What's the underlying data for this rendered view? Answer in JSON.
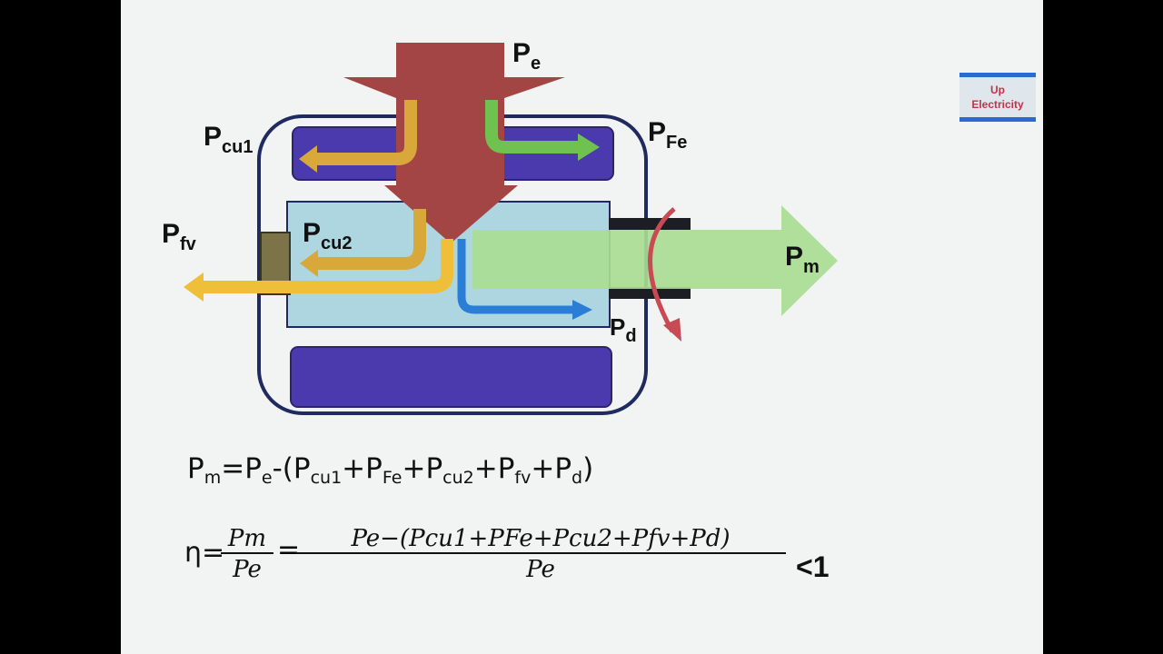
{
  "labels": {
    "pe": {
      "main": "P",
      "sub": "e"
    },
    "pcu1": {
      "main": "P",
      "sub": "cu1"
    },
    "pfe": {
      "main": "P",
      "sub": "Fe"
    },
    "pfv": {
      "main": "P",
      "sub": "fv"
    },
    "pcu2": {
      "main": "P",
      "sub": "cu2"
    },
    "pm": {
      "main": "P",
      "sub": "m"
    },
    "pd": {
      "main": "P",
      "sub": "d"
    }
  },
  "logo": {
    "line1": "Up",
    "line2": "Electricity"
  },
  "equation1": {
    "pm": "P",
    "pm_sub": "m",
    "eq": "=",
    "pe": "P",
    "pe_sub": "e",
    "open": "-(",
    "t1": "P",
    "t1_sub": "cu1",
    "plus1": "+",
    "t2": "P",
    "t2_sub": "Fe",
    "plus2": "+",
    "t3": "P",
    "t3_sub": "cu2",
    "plus3": "+",
    "t4": "P",
    "t4_sub": "fv",
    "plus4": "+",
    "t5": "P",
    "t5_sub": "d",
    "close": ")"
  },
  "equation2": {
    "eta": "η=",
    "frac1_num": "Pm",
    "frac1_den": "Pe",
    "eq": "=",
    "frac2_num": "Pe−(Pcu1+PFe+Pcu2+Pfv+Pd)",
    "frac2_den": "Pe",
    "lt": "<1"
  },
  "colors": {
    "input_arrow": "#a34545",
    "stator": "#4a3aae",
    "rotor": "#add6e1",
    "copper_loss": "#d8a83a",
    "iron_loss": "#6fc24f",
    "friction_loss": "#f0bf3a",
    "stray_loss": "#2a7ed6",
    "output_arrow": "#a9dc94",
    "rotation_arrow": "#c84a55"
  }
}
